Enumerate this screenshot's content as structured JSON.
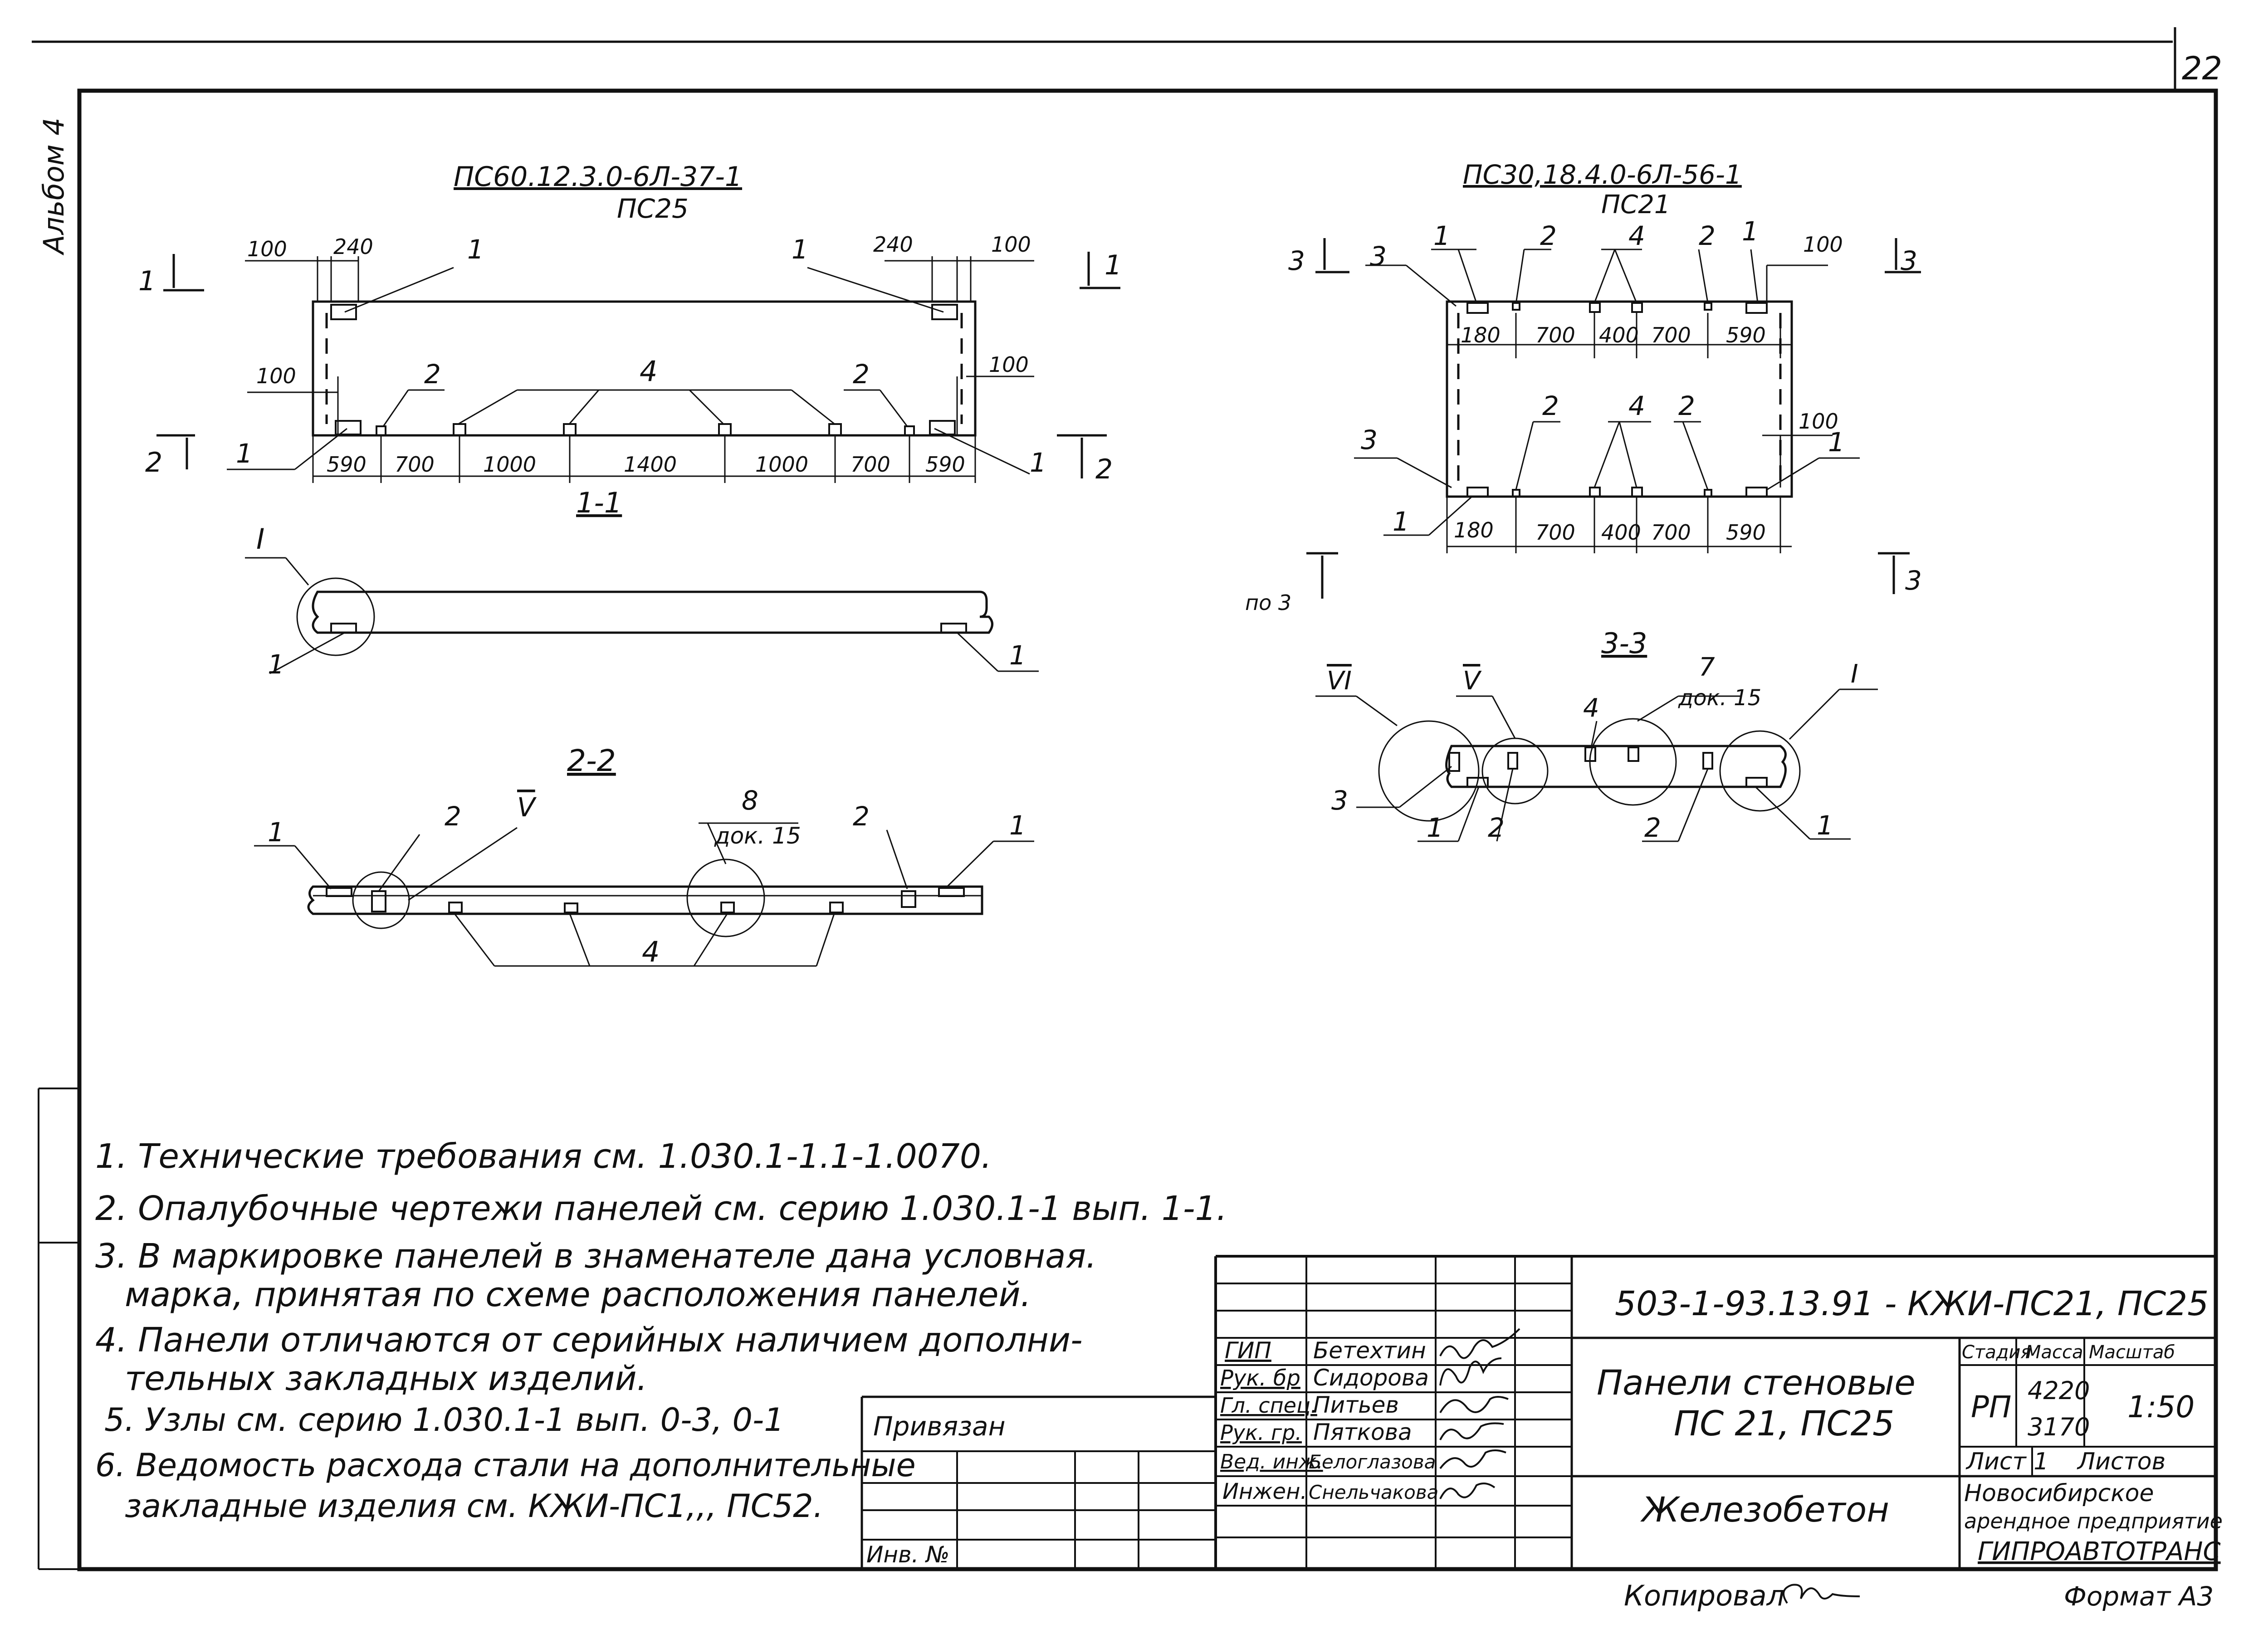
{
  "page_number": "22",
  "album_label": "Альбом 4",
  "view_pc25": {
    "title": "ПС60.12.3.0-6Л-37-1",
    "subtitle": "ПС25",
    "dims_top": [
      "100",
      "240",
      "240",
      "100"
    ],
    "dims_side": [
      "100",
      "100"
    ],
    "dims_bottom": [
      "590",
      "700",
      "1000",
      "1400",
      "1000",
      "700",
      "590"
    ],
    "callouts_top": [
      "1",
      "1"
    ],
    "callouts_mid": [
      "2",
      "4",
      "2"
    ],
    "callouts_bottom": [
      "1",
      "1"
    ],
    "section_marks": [
      "1",
      "1",
      "2",
      "2"
    ]
  },
  "section_1_1": {
    "title": "1-1",
    "node": "I",
    "callouts": [
      "1",
      "1"
    ]
  },
  "section_2_2": {
    "title": "2-2",
    "callouts": [
      "1",
      "2",
      "V",
      "8",
      "док. 15",
      "2",
      "1",
      "4"
    ]
  },
  "view_pc21": {
    "title": "ПС30,18.4.0-6Л-56-1",
    "subtitle": "ПС21",
    "callouts_top": [
      "3",
      "1",
      "2",
      "4",
      "2",
      "1"
    ],
    "dims_top": [
      "100",
      "180",
      "700",
      "400",
      "700",
      "590"
    ],
    "callouts_mid": [
      "3",
      "2",
      "4",
      "2"
    ],
    "dims_side": [
      "100"
    ],
    "callouts_bottom": [
      "1",
      "1"
    ],
    "dims_bottom": [
      "180",
      "700",
      "400",
      "700",
      "590"
    ],
    "section_marks": [
      "3",
      "3",
      "по 3",
      "3"
    ]
  },
  "section_3_3": {
    "title": "3-3",
    "callouts_top": [
      "VI",
      "V",
      "4",
      "7",
      "док. 15",
      "I"
    ],
    "callouts_bottom": [
      "3",
      "1",
      "2",
      "2",
      "1"
    ]
  },
  "notes": [
    "1. Технические требования см. 1.030.1-1.1-1.0070.",
    "2. Опалубочные чертежи панелей см. серию 1.030.1-1 вып. 1-1.",
    "3. В маркировке панелей в знаменателе дана условная.",
    "марка, принятая по схеме расположения панелей.",
    "4. Панели отличаются от серийных наличием дополни-",
    "тельных закладных изделий.",
    "5. Узлы см. серию 1.030.1-1 вып. 0-3, 0-1",
    "6. Ведомость расхода стали на дополнительные",
    "закладные изделия см. КЖИ-ПС1,,, ПС52."
  ],
  "stamp": {
    "designation": "503-1-93.13.91 - КЖИ-ПС21, ПС25",
    "privyazan": "Привязан",
    "inv_no": "Инв. №",
    "roles": [
      "ГИП",
      "Рук. бр",
      "Гл. спец.",
      "Рук. гр.",
      "Вед. инж.",
      "Инжен."
    ],
    "names": [
      "Бетехтин",
      "Сидорова",
      "Питьев",
      "Пяткова",
      "Белоглазова",
      "Снельчакова"
    ],
    "title_line1": "Панели стеновые",
    "title_line2": "ПС 21, ПС25",
    "material": "Железобетон",
    "stage_header": "Стадия",
    "mass_header": "Масса",
    "scale_header": "Масштаб",
    "stage": "РП",
    "mass1": "4220",
    "mass2": "3170",
    "scale": "1:50",
    "sheet": "Лист 1",
    "sheets": "Листов",
    "org_line1": "Новосибирское",
    "org_line2": "арендное предприятие",
    "org_line3": "ГИПРОАВТОТРАНС",
    "copied": "Копировал",
    "format": "Формат А3"
  }
}
